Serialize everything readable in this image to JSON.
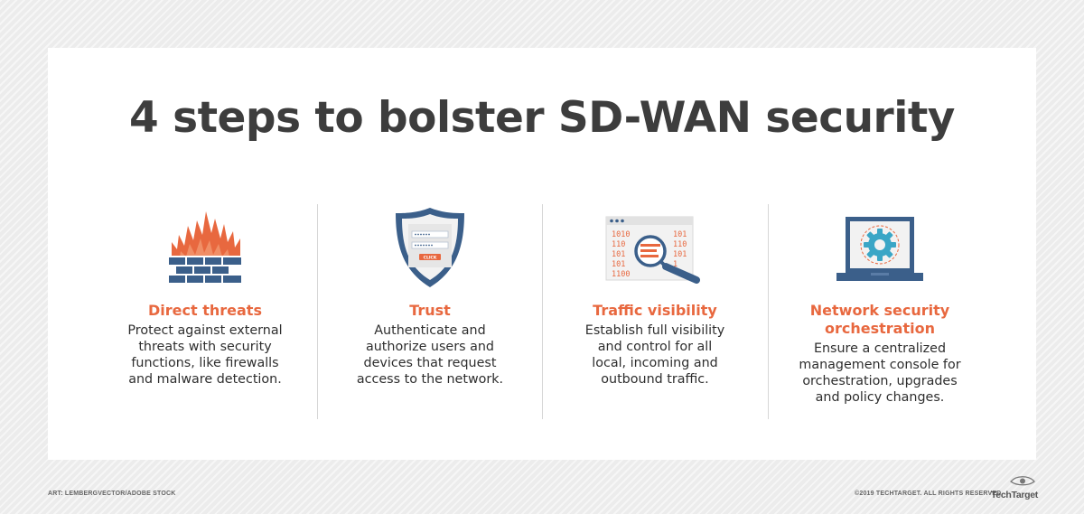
{
  "title": "4 steps to bolster SD-WAN security",
  "steps": [
    {
      "icon": "firewall-icon",
      "heading": "Direct threats",
      "lines": [
        "Protect against external",
        "threats with security",
        "functions, like firewalls",
        "and malware detection."
      ]
    },
    {
      "icon": "shield-login-icon",
      "heading": "Trust",
      "lines": [
        "Authenticate and",
        "authorize users and",
        "devices that request",
        "access to the network."
      ]
    },
    {
      "icon": "magnifier-binary-icon",
      "heading": "Traffic visibility",
      "lines": [
        "Establish full visibility",
        "and control for all",
        "local, incoming and",
        "outbound traffic."
      ]
    },
    {
      "icon": "laptop-gear-icon",
      "heading_lines": [
        "Network security",
        "orchestration"
      ],
      "lines": [
        "Ensure a centralized",
        "management console for",
        "orchestration, upgrades",
        "and policy changes."
      ]
    }
  ],
  "shield_button": "CLICK",
  "binary": {
    "left": [
      "1010",
      "110",
      "101",
      "101",
      "1100"
    ],
    "right": [
      "101",
      "110",
      "101",
      "1"
    ]
  },
  "footer": {
    "credit": "ART: LEMBERGVECTOR/ADOBE STOCK",
    "copyright": "©2019 TECHTARGET. ALL RIGHTS RESERVED",
    "logo": "TechTarget"
  },
  "colors": {
    "accent": "#e8683f",
    "navy": "#3b5f8a",
    "text": "#2e2e2e",
    "title": "#3d3d3d",
    "teal": "#3aa6c6"
  }
}
